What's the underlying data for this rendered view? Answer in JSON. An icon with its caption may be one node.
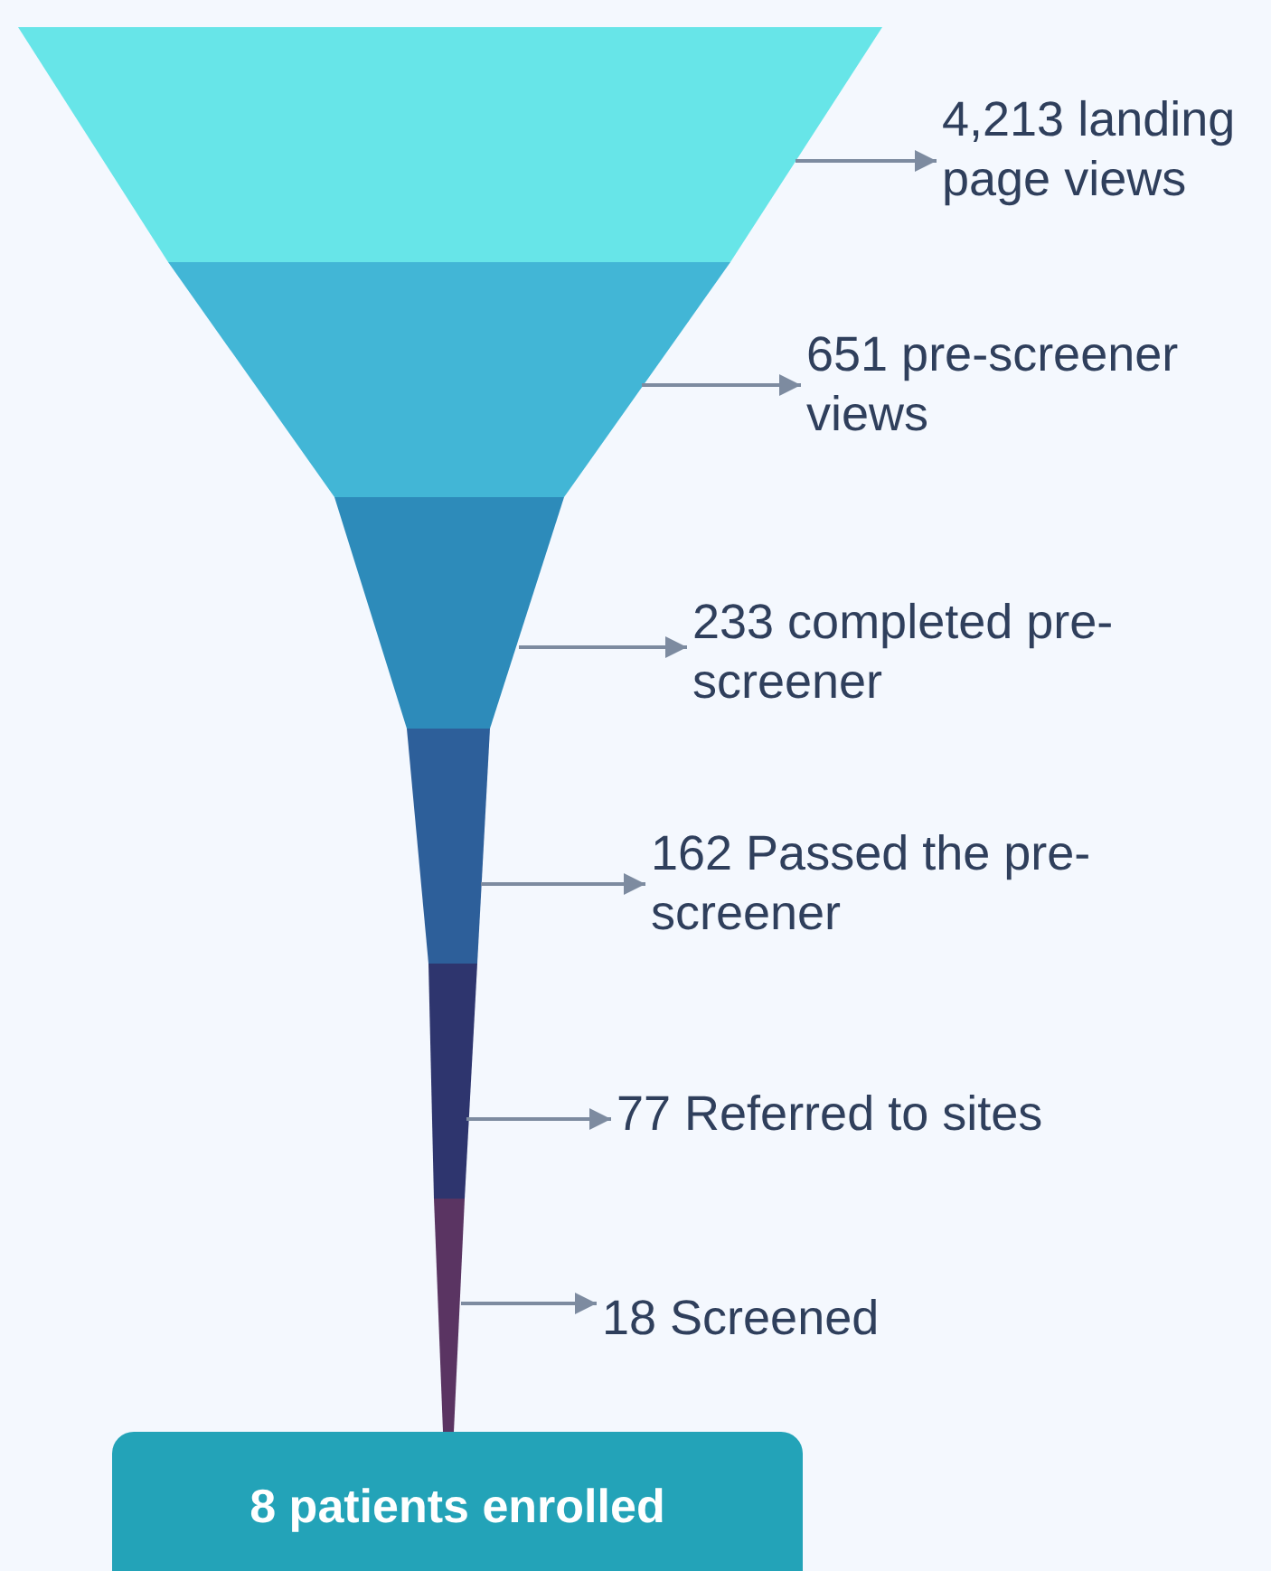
{
  "diagram": {
    "nodes": [
      {
        "text": [],
        "shape": "trapezoid"
      },
      {
        "text": [
          "4,213 landing page views"
        ]
      },
      {
        "text": [],
        "shape": "trapezoid"
      },
      {
        "text": [
          "651 pre-screener views"
        ]
      },
      {
        "text": [],
        "shape": "trapezoid"
      },
      {
        "text": [
          "233 completed pre-screener"
        ]
      },
      {
        "text": [],
        "shape": "trapezoid"
      },
      {
        "text": [
          "162 Passed the pre-screener"
        ]
      },
      {
        "text": [],
        "shape": "trapezoid"
      },
      {
        "text": [
          "77 Referred to sites"
        ]
      },
      {
        "text": [],
        "shape": "trapezoid"
      },
      {
        "text": [
          "18 Screened"
        ]
      },
      {
        "text": [
          "8 patients enrolled"
        ]
      }
    ],
    "edges": [
      {
        "from": 0,
        "to": 1,
        "arrow": "to"
      },
      {
        "from": 2,
        "to": 3,
        "arrow": "to"
      },
      {
        "from": 4,
        "to": 5,
        "arrow": "to"
      },
      {
        "from": 6,
        "to": 7,
        "arrow": "to"
      },
      {
        "from": 8,
        "to": 9,
        "arrow": "to"
      },
      {
        "from": 10,
        "to": 11,
        "arrow": "to"
      }
    ]
  }
}
